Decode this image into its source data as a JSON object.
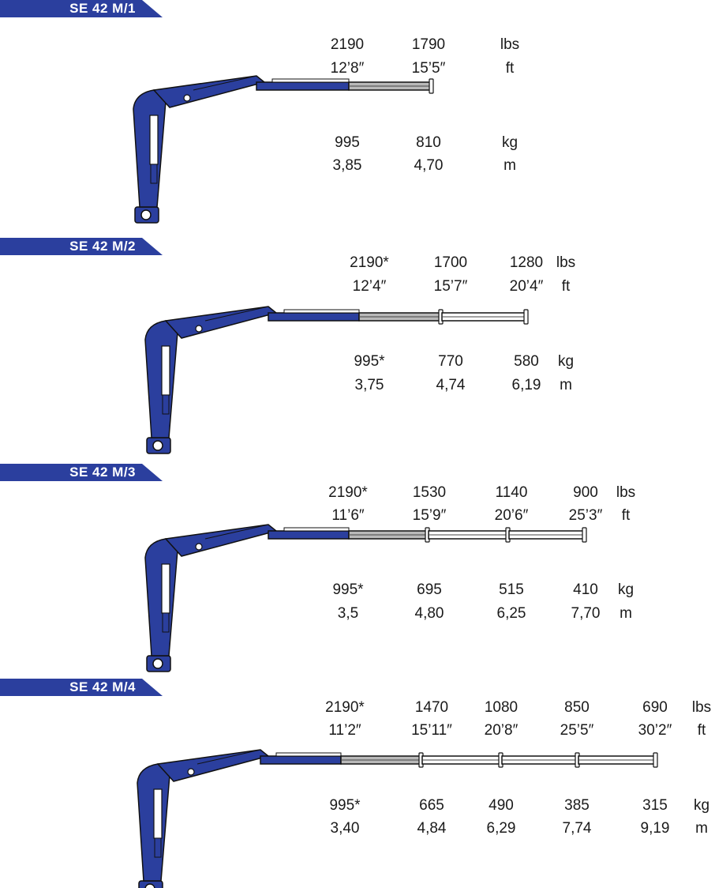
{
  "sections": [
    {
      "title": "SE 42 M/1",
      "top_row": {
        "lbs": [
          "2190",
          "1790"
        ],
        "ft": [
          "12’8″",
          "15’5″"
        ],
        "unit_lbs": "lbs",
        "unit_ft": "ft"
      },
      "bottom_row": {
        "kg": [
          "995",
          "810"
        ],
        "m": [
          "3,85",
          "4,70"
        ],
        "unit_kg": "kg",
        "unit_m": "m"
      }
    },
    {
      "title": "SE  42 M/2",
      "top_row": {
        "lbs": [
          "2190*",
          "1700",
          "1280"
        ],
        "ft": [
          "12’4″",
          "15’7″",
          "20’4″"
        ],
        "unit_lbs": "lbs",
        "unit_ft": "ft"
      },
      "bottom_row": {
        "kg": [
          "995*",
          "770",
          "580"
        ],
        "m": [
          "3,75",
          "4,74",
          "6,19"
        ],
        "unit_kg": "kg",
        "unit_m": "m"
      }
    },
    {
      "title": "SE  42 M/3",
      "top_row": {
        "lbs": [
          "2190*",
          "1530",
          "1140",
          "900"
        ],
        "ft": [
          "11’6″",
          "15’9″",
          "20’6″",
          "25’3″"
        ],
        "unit_lbs": "lbs",
        "unit_ft": "ft"
      },
      "bottom_row": {
        "kg": [
          "995*",
          "695",
          "515",
          "410"
        ],
        "m": [
          "3,5",
          "4,80",
          "6,25",
          "7,70"
        ],
        "unit_kg": "kg",
        "unit_m": "m"
      }
    },
    {
      "title": "SE  42 M/4",
      "top_row": {
        "lbs": [
          "2190*",
          "1470",
          "1080",
          "850",
          "690"
        ],
        "ft": [
          "11’2″",
          "15’11″",
          "20’8″",
          "25’5″",
          "30’2″"
        ],
        "unit_lbs": "lbs",
        "unit_ft": "ft"
      },
      "bottom_row": {
        "kg": [
          "995*",
          "665",
          "490",
          "385",
          "315"
        ],
        "m": [
          "3,40",
          "4,84",
          "6,29",
          "7,74",
          "9,19"
        ],
        "unit_kg": "kg",
        "unit_m": "m"
      }
    }
  ],
  "colors": {
    "crane_blue": "#2b3f9e",
    "extension_grey": "#b9b9b9",
    "tab_blue": "#2b3f9e"
  }
}
